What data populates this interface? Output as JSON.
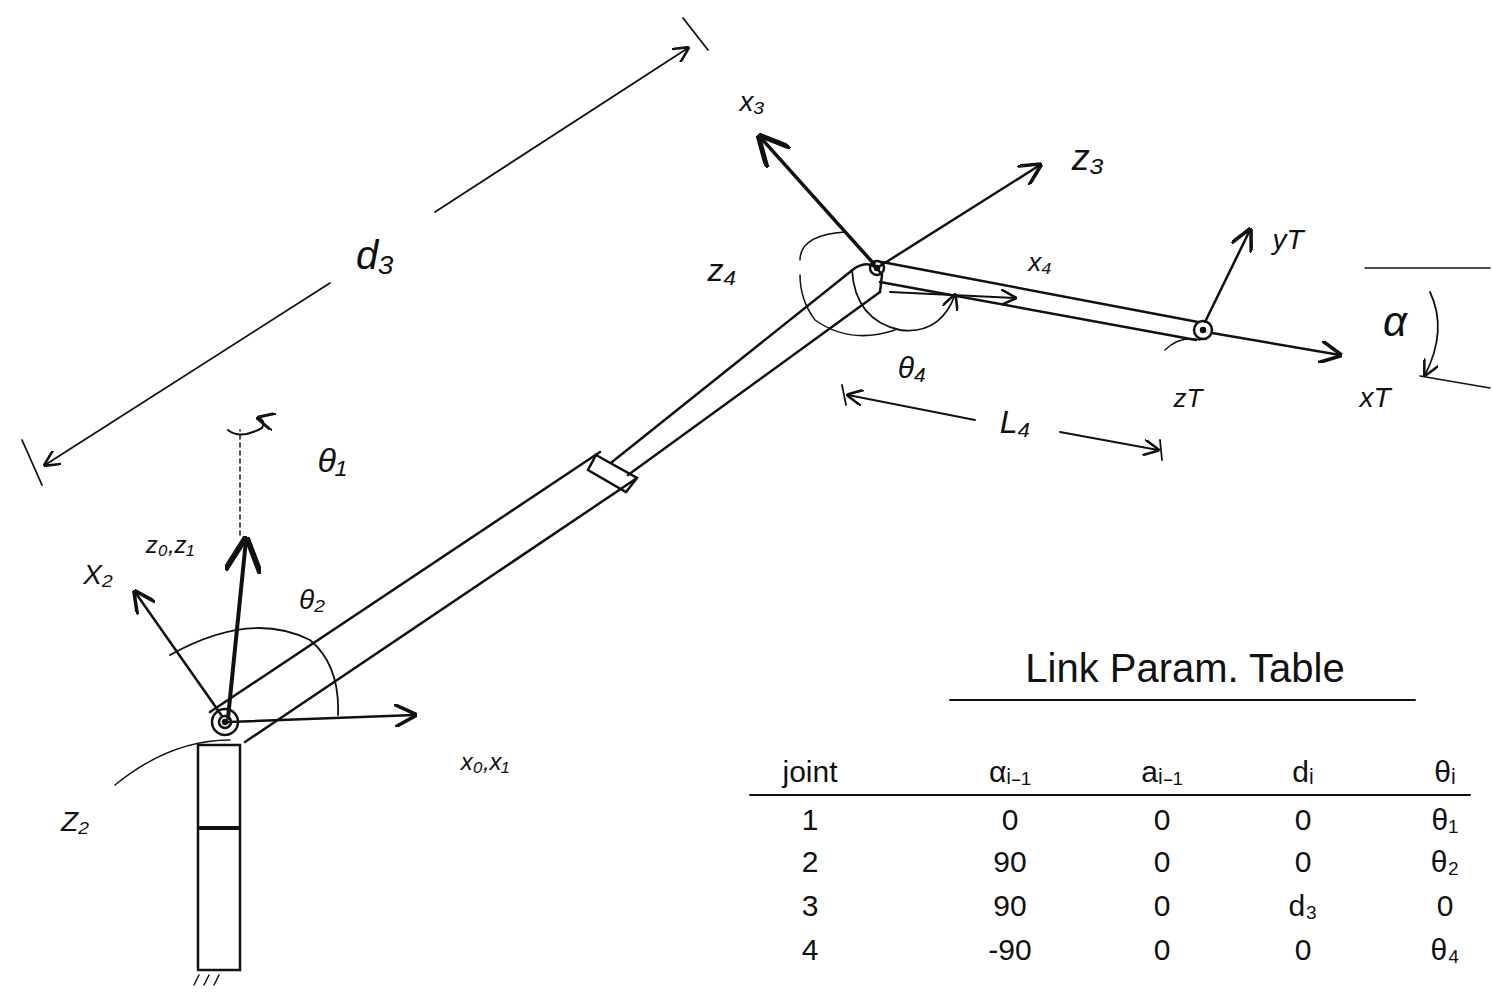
{
  "diagram": {
    "labels": [
      "d₃",
      "x₃",
      "z₃",
      "z₄",
      "x₄",
      "yT",
      "α",
      "θ₄",
      "zT",
      "xT",
      "L₄",
      "θ₁",
      "z₀,z₁",
      "X₂",
      "θ₂",
      "x₀,x₁",
      "Z₂",
      "Link Param. Table",
      "joint",
      "αᵢ₋₁",
      "aᵢ₋₁",
      "dᵢ",
      "θᵢ",
      "1",
      "0",
      "0",
      "0",
      "θ₁",
      "2",
      "90",
      "0",
      "0",
      "θ₂",
      "3",
      "90",
      "0",
      "d₃",
      "0",
      "4",
      "-90",
      "0",
      "0",
      "θ₄"
    ]
  }
}
